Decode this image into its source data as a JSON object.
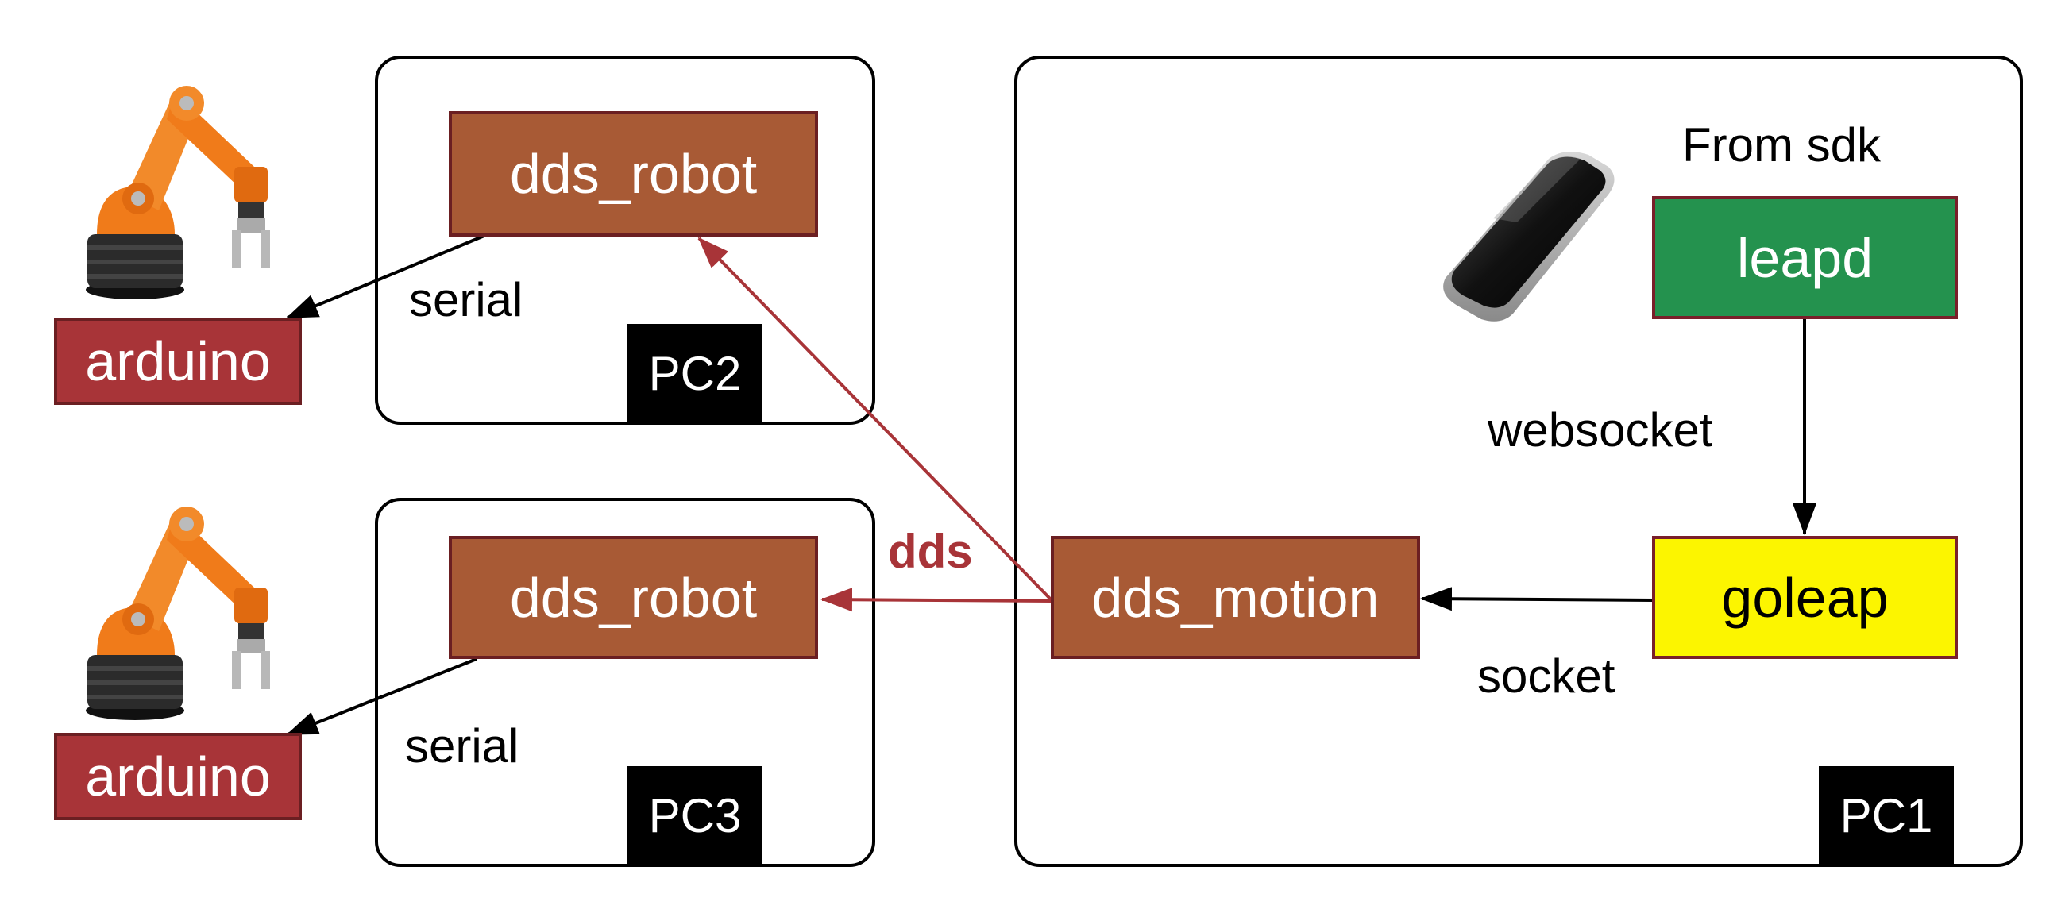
{
  "pcs": {
    "pc1": "PC1",
    "pc2": "PC2",
    "pc3": "PC3"
  },
  "nodes": {
    "dds_robot_top": "dds_robot",
    "dds_robot_bottom": "dds_robot",
    "arduino_top": "arduino",
    "arduino_bottom": "arduino",
    "dds_motion": "dds_motion",
    "leapd": "leapd",
    "goleap": "goleap"
  },
  "labels": {
    "serial_top": "serial",
    "serial_bottom": "serial",
    "dds": "dds",
    "from_sdk": "From sdk",
    "websocket": "websocket",
    "socket": "socket"
  },
  "icons": {
    "robot_arm": "robot-arm-icon",
    "leap_device": "leap-motion-device-icon"
  },
  "colors": {
    "robot_box": "#a85a35",
    "arduino_box": "#a83438",
    "leapd_box": "#24924e",
    "goleap_box": "#fcf500",
    "dds_arrow": "#a83438",
    "robot_orange": "#f07b1a"
  }
}
